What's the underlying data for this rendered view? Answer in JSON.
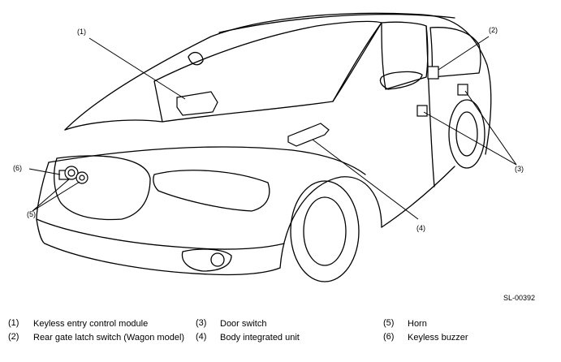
{
  "figure_id": "SL-00392",
  "callouts": {
    "c1": "(1)",
    "c2": "(2)",
    "c3": "(3)",
    "c4": "(4)",
    "c5": "(5)",
    "c6": "(6)"
  },
  "legend": [
    {
      "num": "(1)",
      "text": "Keyless entry control module"
    },
    {
      "num": "(2)",
      "text": "Rear gate latch switch (Wagon model)"
    },
    {
      "num": "(3)",
      "text": "Door switch"
    },
    {
      "num": "(4)",
      "text": "Body integrated unit"
    },
    {
      "num": "(5)",
      "text": "Horn"
    },
    {
      "num": "(6)",
      "text": "Keyless buzzer"
    }
  ]
}
